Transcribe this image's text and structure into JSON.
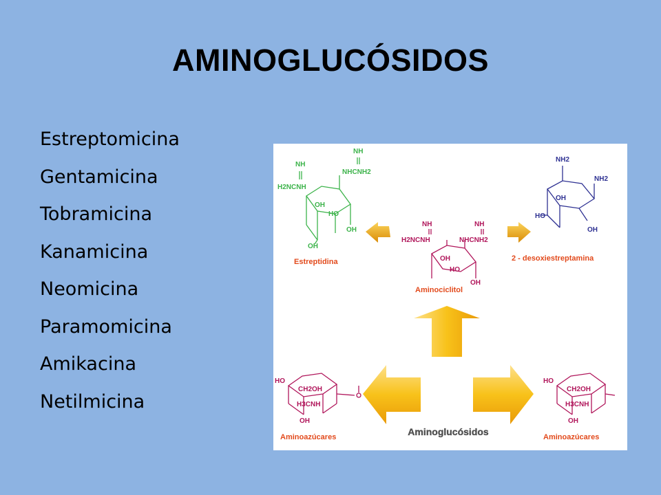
{
  "slide": {
    "title": "AMINOGLUCÓSIDOS",
    "drugs": [
      "Estreptomicina",
      "Gentamicina",
      "Tobramicina",
      "Kanamicina",
      "Neomicina",
      "Paramomicina",
      "Amikacina",
      "Netilmicina"
    ]
  },
  "figure": {
    "estreptidina": {
      "label": "Estreptidina",
      "color": "#3cb34a",
      "texts": [
        "NH",
        "H2NCNH",
        "NH",
        "NHCNH2",
        "OH",
        "HO",
        "OH",
        "OH"
      ]
    },
    "aminociclitol": {
      "label": "Aminociclitol",
      "color": "#b0155a",
      "texts": [
        "NH",
        "H2NCNH",
        "NH",
        "NHCNH2",
        "OH",
        "HO",
        "OH"
      ]
    },
    "desoxiestreptamina": {
      "label": "2 - desoxiestreptamina",
      "color": "#2e3192",
      "texts": [
        "NH2",
        "NH2",
        "OH",
        "HO",
        "OH"
      ]
    },
    "aminoazucares_left": {
      "label": "Aminoazúcares",
      "color": "#b0155a",
      "texts": [
        "HO",
        "CH2OH",
        "H3CNH",
        "OH"
      ]
    },
    "aminoazucares_right": {
      "label": "Aminoazúcares",
      "color": "#b0155a",
      "texts": [
        "HO",
        "CH2OH",
        "H3CNH",
        "OH"
      ]
    },
    "center_label": "Aminoglucósidos",
    "label_color": "#e24a1c",
    "arrow_color": "#f5b60c"
  }
}
